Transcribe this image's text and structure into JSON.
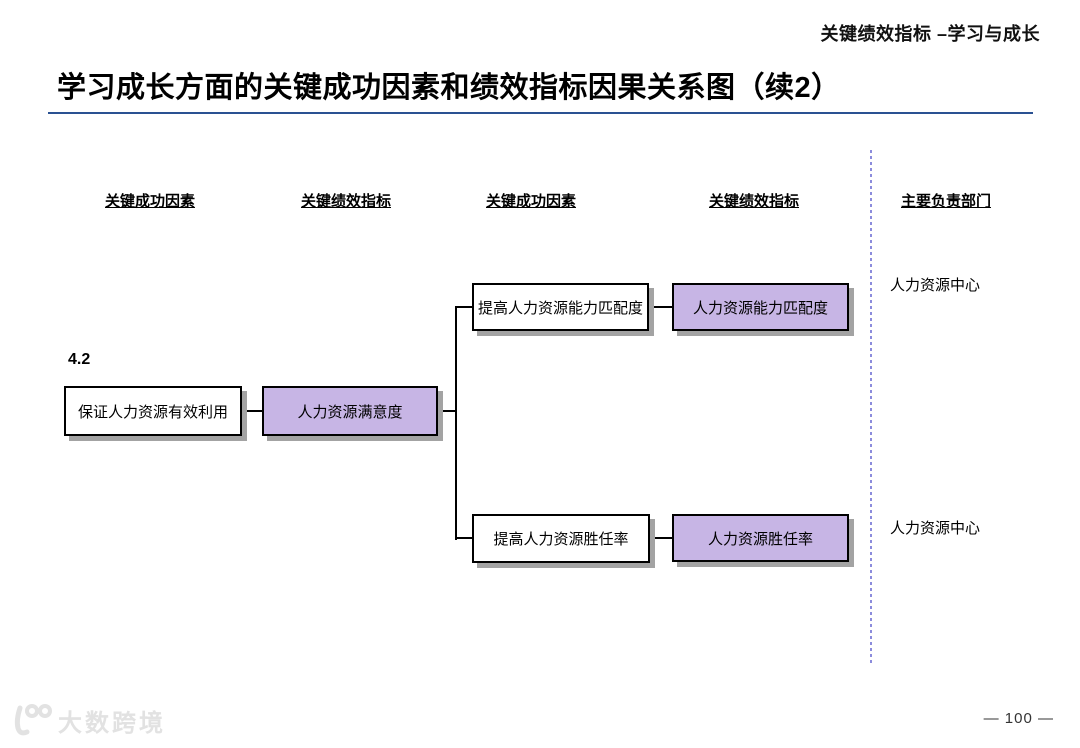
{
  "page": {
    "eyebrow": "关键绩效指标 –学习与成长",
    "title": "学习成长方面的关键成功因素和绩效指标因果关系图（续2）",
    "page_number": "— 100 —",
    "watermark_text": "大数跨境"
  },
  "columns": [
    "关键成功因素",
    "关键绩效指标",
    "关键成功因素",
    "关键绩效指标",
    "主要负责部门"
  ],
  "diagram": {
    "group_label": "4.2",
    "nodes": {
      "csf_main": {
        "label": "保证人力资源有效利用",
        "type": "csf"
      },
      "kpi_main": {
        "label": "人力资源满意度",
        "type": "kpi"
      },
      "csf_top": {
        "label": "提高人力资源能力匹配度",
        "type": "csf"
      },
      "kpi_top": {
        "label": "人力资源能力匹配度",
        "type": "kpi"
      },
      "csf_bottom": {
        "label": "提高人力资源胜任率",
        "type": "csf"
      },
      "kpi_bottom": {
        "label": "人力资源胜任率",
        "type": "kpi"
      }
    },
    "departments": [
      "人力资源中心",
      "人力资源中心"
    ]
  },
  "colors": {
    "kpi_fill": "#c7b5e5",
    "accent_rule": "#2a5192",
    "dashed_divider": "#8c8cdc",
    "node_shadow": "#a3a3a3"
  }
}
